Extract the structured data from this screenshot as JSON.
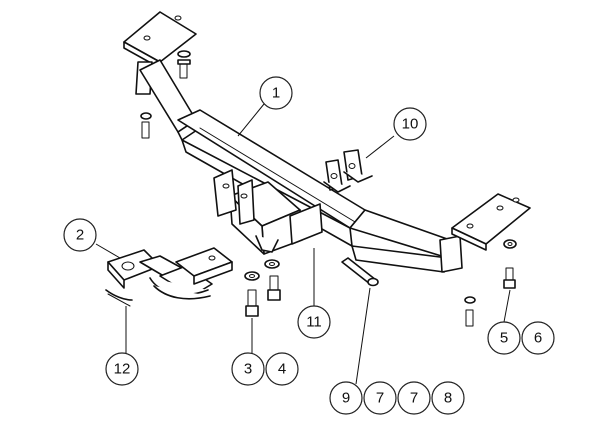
{
  "diagram": {
    "title": "Tow bar assembly exploded view",
    "callouts": [
      {
        "id": "c1",
        "label": "1"
      },
      {
        "id": "c2",
        "label": "2"
      },
      {
        "id": "c3",
        "label": "3"
      },
      {
        "id": "c4",
        "label": "4"
      },
      {
        "id": "c5",
        "label": "5"
      },
      {
        "id": "c6",
        "label": "6"
      },
      {
        "id": "c7a",
        "label": "7"
      },
      {
        "id": "c7b",
        "label": "7"
      },
      {
        "id": "c8",
        "label": "8"
      },
      {
        "id": "c9",
        "label": "9"
      },
      {
        "id": "c10",
        "label": "10"
      },
      {
        "id": "c11",
        "label": "11"
      },
      {
        "id": "c12",
        "label": "12"
      }
    ],
    "colors": {
      "line": "#111111",
      "background": "#ffffff"
    }
  }
}
